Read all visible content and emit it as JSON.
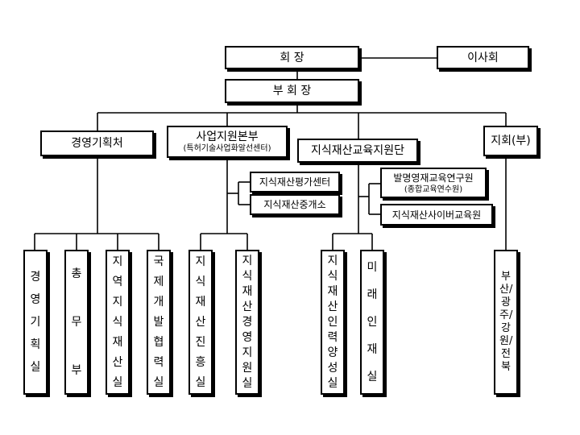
{
  "chairman": "회 장",
  "board": "이사회",
  "vice_chairman": "부 회 장",
  "departments": {
    "planning": "경영기획처",
    "business_title": "사업지원본부",
    "business_sub": "(특허기술사업화알선센터)",
    "education": "지식재산교육지원단",
    "branch": "지회(부)"
  },
  "centers": {
    "evaluation": "지식재산평가센터",
    "brokerage": "지식재산중개소",
    "gifted_title": "발명영재교육연구원",
    "gifted_sub": "(종합교육연수원)",
    "cyber": "지식재산사이버교육원"
  },
  "offices": {
    "management": "경영기획실",
    "general": "총무부",
    "regional": "지역지식재산실",
    "international": "국제개발협력실",
    "promotion": "지식재산진흥실",
    "management_support": "지식재산경영지원실",
    "talent_training": "지식재산인력양성실",
    "future_talent": "미래인재실",
    "branches": "부산/광주/강원/전북"
  }
}
